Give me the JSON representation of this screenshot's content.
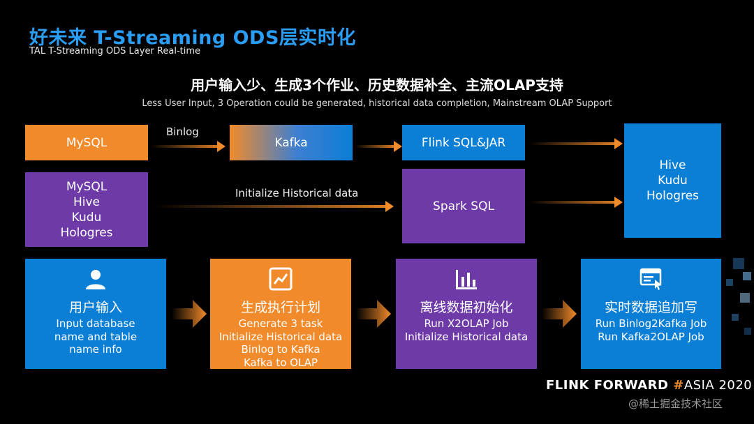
{
  "header": {
    "title": "好未来 T-Streaming ODS层实时化",
    "subtitle": "TAL T-Streaming ODS Layer Real-time"
  },
  "headline": {
    "zh": "用户输入少、生成3个作业、历史数据补全、主流OLAP支持",
    "en": "Less User Input, 3 Operation could be generated, historical data completion, Mainstream OLAP Support"
  },
  "flow": {
    "mysql": "MySQL",
    "binlog_label": "Binlog",
    "kafka": "Kafka",
    "flink": "Flink SQL&JAR",
    "sources": [
      "MySQL",
      "Hive",
      "Kudu",
      "Hologres"
    ],
    "init_label": "Initialize Historical data",
    "spark": "Spark SQL",
    "targets": [
      "Hive",
      "Kudu",
      "Hologres"
    ]
  },
  "steps": [
    {
      "icon": "user-icon",
      "title": "用户输入",
      "lines": [
        "Input database",
        "name and table",
        "name info"
      ]
    },
    {
      "icon": "chart-icon",
      "title": "生成执行计划",
      "lines": [
        "Generate 3 task",
        "Initialize Historical data",
        "Binlog to Kafka",
        "Kafka to OLAP"
      ]
    },
    {
      "icon": "bar-chart-icon",
      "title": "离线数据初始化",
      "lines": [
        "Run X2OLAP Job",
        "Initialize Historical data"
      ]
    },
    {
      "icon": "window-cursor-icon",
      "title": "实时数据追加写",
      "lines": [
        "Run Binlog2Kafka Job",
        "Run Kafka2OLAP Job"
      ]
    }
  ],
  "footer": {
    "brand_a": "FLINK FORWARD",
    "brand_hash": "#",
    "brand_b": "ASIA 2020",
    "watermark": "@稀土掘金技术社区"
  },
  "colors": {
    "orange": "#f18a2a",
    "purple": "#6d3aa8",
    "blue": "#0b7ed6",
    "title_blue": "#2a9df4"
  }
}
